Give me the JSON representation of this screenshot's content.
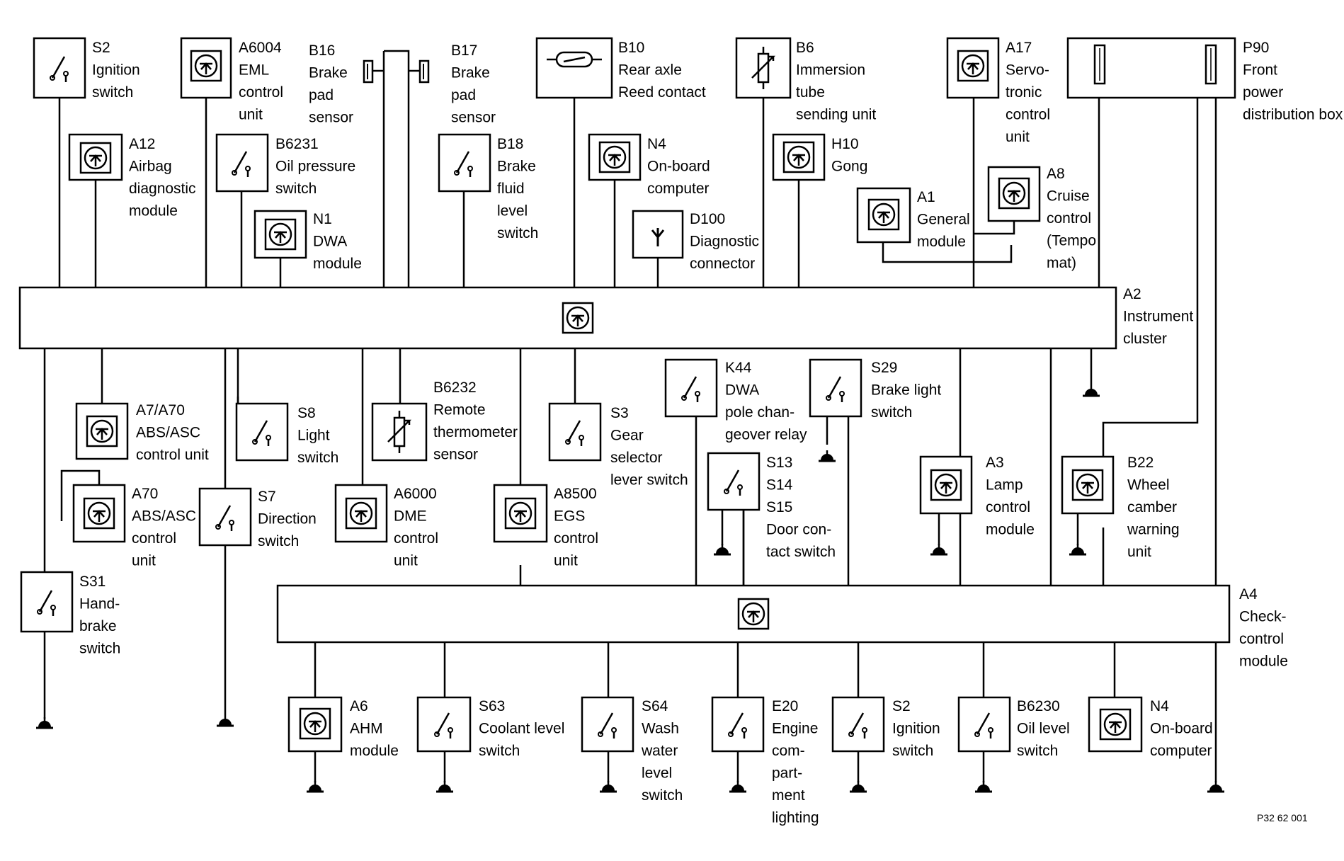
{
  "components": {
    "s2_top": [
      "S2",
      "Ignition",
      "switch"
    ],
    "a6004": [
      "A6004",
      "EML",
      "control",
      "unit"
    ],
    "b16": [
      "B16",
      "Brake",
      "pad",
      "sensor"
    ],
    "b17": [
      "B17",
      "Brake",
      "pad",
      "sensor"
    ],
    "b10": [
      "B10",
      "Rear axle",
      "Reed contact"
    ],
    "b6": [
      "B6",
      "Immersion",
      "tube",
      "sending unit"
    ],
    "a17": [
      "A17",
      "Servo-",
      "tronic",
      "control",
      "unit"
    ],
    "p90": [
      "P90",
      "Front",
      "power",
      "distribution box"
    ],
    "a12": [
      "A12",
      "Airbag",
      "diagnostic",
      "module"
    ],
    "b6231": [
      "B6231",
      "Oil pressure",
      "switch"
    ],
    "b18": [
      "B18",
      "Brake",
      "fluid",
      "level",
      "switch"
    ],
    "n4_top": [
      "N4",
      "On-board",
      "computer"
    ],
    "h10": [
      "H10",
      "Gong"
    ],
    "a8": [
      "A8",
      "Cruise",
      "control",
      "(Tempo",
      "mat)"
    ],
    "a1": [
      "A1",
      "General",
      "module"
    ],
    "n1": [
      "N1",
      "DWA",
      "module"
    ],
    "d100": [
      "D100",
      "Diagnostic",
      "connector"
    ],
    "a2": [
      "A2",
      "Instrument",
      "cluster"
    ],
    "a7a70": [
      "A7/A70",
      "ABS/ASC",
      "control unit"
    ],
    "s8": [
      "S8",
      "Light",
      "switch"
    ],
    "b6232": [
      "B6232",
      "Remote",
      "thermometer",
      "sensor"
    ],
    "s3": [
      "S3",
      "Gear",
      "selector",
      "lever switch"
    ],
    "k44": [
      "K44",
      "DWA",
      "pole chan-",
      "geover relay"
    ],
    "s29": [
      "S29",
      "Brake light",
      "switch"
    ],
    "a70": [
      "A70",
      "ABS/ASC",
      "control",
      "unit"
    ],
    "s7": [
      "S7",
      "Direction",
      "switch"
    ],
    "a6000": [
      "A6000",
      "DME",
      "control",
      "unit"
    ],
    "a8500": [
      "A8500",
      "EGS",
      "control",
      "unit"
    ],
    "s13": [
      "S13",
      "S14",
      "S15",
      "Door con-",
      "tact switch"
    ],
    "a3": [
      "A3",
      "Lamp",
      "control",
      "module"
    ],
    "b22": [
      "B22",
      "Wheel",
      "camber",
      "warning",
      "unit"
    ],
    "s31": [
      "S31",
      "Hand-",
      "brake",
      "switch"
    ],
    "a4": [
      "A4",
      "Check-",
      "control",
      "module"
    ],
    "a6": [
      "A6",
      "AHM",
      "module"
    ],
    "s63": [
      "S63",
      "Coolant level",
      "switch"
    ],
    "s64": [
      "S64",
      "Wash",
      "water",
      "level",
      "switch"
    ],
    "e20": [
      "E20",
      "Engine",
      "com-",
      "part-",
      "ment",
      "lighting"
    ],
    "s2_bottom": [
      "S2",
      "Ignition",
      "switch"
    ],
    "b6230": [
      "B6230",
      "Oil level",
      "switch"
    ],
    "n4_bottom": [
      "N4",
      "On-board",
      "computer"
    ]
  },
  "figure_ref": "P32 62 001"
}
